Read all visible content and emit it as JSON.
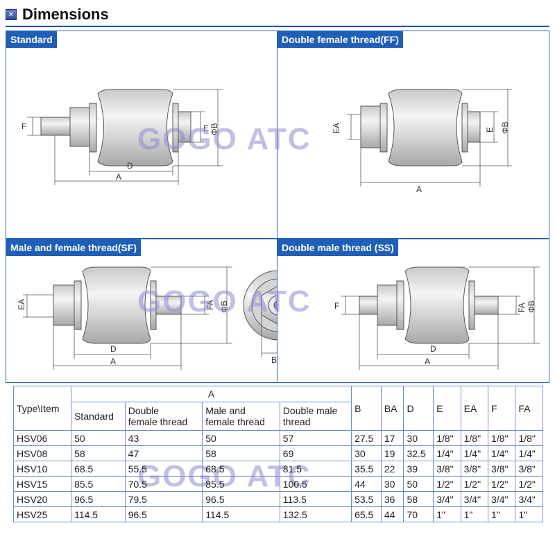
{
  "title": "Dimensions",
  "watermark": "GOGO ATC",
  "panels": {
    "standard": {
      "label": "Standard",
      "dims": {
        "f": "F",
        "e": "E",
        "b": "ΦB",
        "d": "D",
        "a": "A"
      }
    },
    "ff": {
      "label": "Double female thread(FF)",
      "dims": {
        "ea": "EA",
        "e": "E",
        "b": "ΦB",
        "a": "A"
      }
    },
    "sf": {
      "label": "Male and female thread(SF)",
      "dims": {
        "ea": "EA",
        "fa": "FA",
        "b": "ΦB",
        "d": "D",
        "a": "A",
        "ba": "BA"
      }
    },
    "ss": {
      "label": "Double male thread (SS)",
      "dims": {
        "f": "F",
        "fa": "FA",
        "b": "ΦB",
        "d": "D",
        "a": "A"
      }
    }
  },
  "table": {
    "type_header": "Type\\Item",
    "group_header": "A",
    "a_columns": [
      "Standard",
      "Double\nfemale thread",
      "Male and\nfemale thread",
      "Double male\nthread"
    ],
    "other_columns": [
      "B",
      "BA",
      "D",
      "E",
      "EA",
      "F",
      "FA"
    ],
    "rows": [
      {
        "type": "HSV06",
        "cells": [
          "50",
          "43",
          "50",
          "57",
          "27.5",
          "17",
          "30",
          "1/8\"",
          "1/8\"",
          "1/8\"",
          "1/8\""
        ]
      },
      {
        "type": "HSV08",
        "cells": [
          "58",
          "47",
          "58",
          "69",
          "30",
          "19",
          "32.5",
          "1/4\"",
          "1/4\"",
          "1/4\"",
          "1/4\""
        ]
      },
      {
        "type": "HSV10",
        "cells": [
          "68.5",
          "55.5",
          "68.5",
          "81.5",
          "35.5",
          "22",
          "39",
          "3/8\"",
          "3/8\"",
          "3/8\"",
          "3/8\""
        ]
      },
      {
        "type": "HSV15",
        "cells": [
          "85.5",
          "70.5",
          "85.5",
          "100.5",
          "44",
          "30",
          "50",
          "1/2\"",
          "1/2\"",
          "1/2\"",
          "1/2\""
        ]
      },
      {
        "type": "HSV20",
        "cells": [
          "96.5",
          "79.5",
          "96.5",
          "113.5",
          "53.5",
          "36",
          "58",
          "3/4\"",
          "3/4\"",
          "3/4\"",
          "3/4\""
        ]
      },
      {
        "type": "HSV25",
        "cells": [
          "114.5",
          "96.5",
          "114.5",
          "132.5",
          "65.5",
          "44",
          "70",
          "1\"",
          "1\"",
          "1\"",
          "1\""
        ]
      }
    ]
  }
}
